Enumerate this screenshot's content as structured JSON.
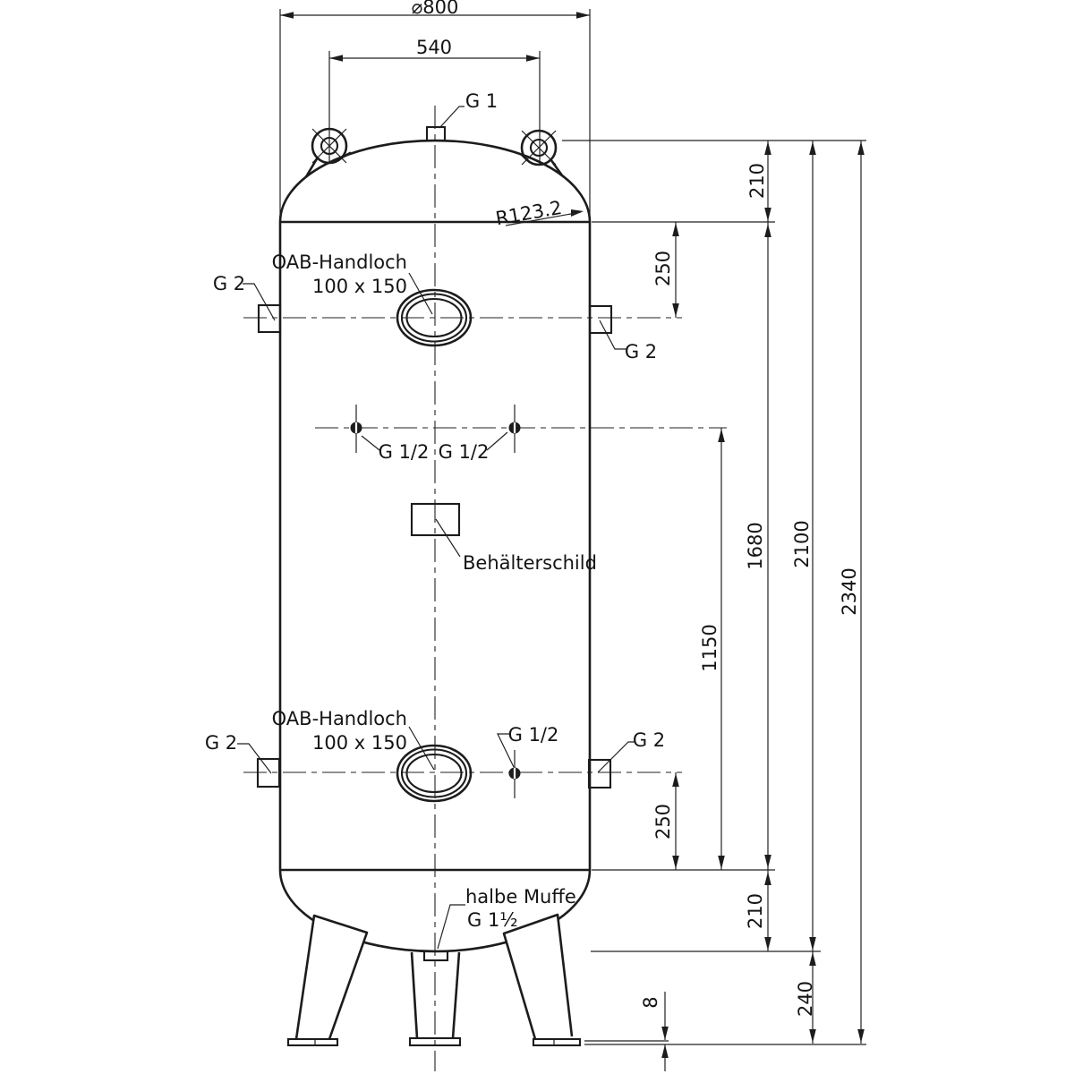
{
  "drawing": {
    "ports": {
      "top": "G 1",
      "side": "G 2",
      "small": "G 1/2",
      "bottom_line1": "halbe Muffe",
      "bottom_line2": "G 1½"
    },
    "handhole": {
      "line1": "OAB-Handloch",
      "line2": "100 x 150"
    },
    "nameplate": "Behälterschild",
    "dimensions": {
      "diameter": "⌀800",
      "lug_spacing": "540",
      "head_height_top": "210",
      "top_weld_to_port": "250",
      "shell_length": "1680",
      "tangent_height": "2100",
      "total_height": "2340",
      "ports_to_bottom_weld": "1150",
      "port_to_bottom_weld": "250",
      "head_height_bottom": "210",
      "ground_clearance": "240",
      "foot_plate": "8",
      "crown_radius": "R123.2"
    }
  }
}
